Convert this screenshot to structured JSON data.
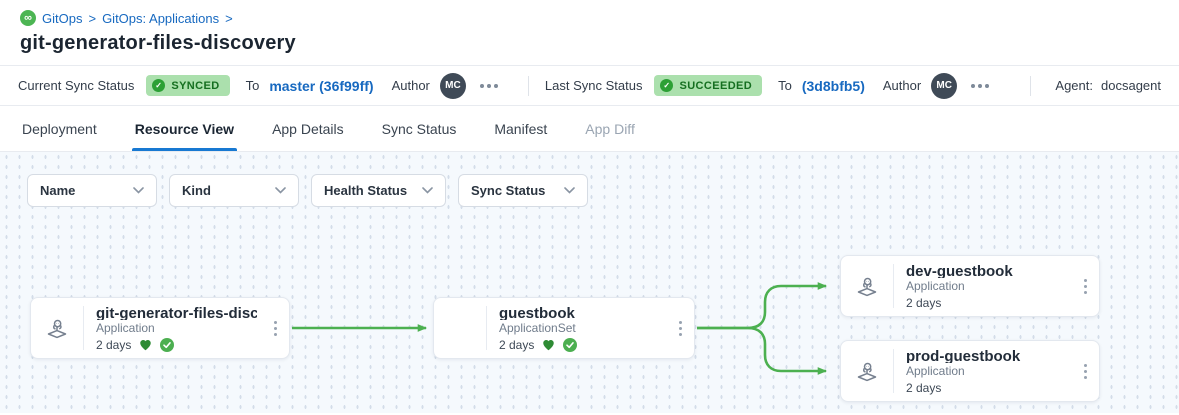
{
  "breadcrumb": {
    "separator": ">",
    "items": [
      "GitOps",
      "GitOps: Applications"
    ]
  },
  "page_title": "git-generator-files-discovery",
  "status_bar": {
    "current": {
      "label": "Current Sync Status",
      "badge": "SYNCED",
      "to_label": "To",
      "revision": "master (36f99ff)",
      "author_label": "Author",
      "author_initials": "MC"
    },
    "last": {
      "label": "Last Sync Status",
      "badge": "SUCCEEDED",
      "to_label": "To",
      "revision": "(3d8bfb5)",
      "author_label": "Author",
      "author_initials": "MC"
    },
    "agent": {
      "label": "Agent:",
      "value": "docsagent"
    }
  },
  "tabs": [
    {
      "label": "Deployment"
    },
    {
      "label": "Resource View"
    },
    {
      "label": "App Details"
    },
    {
      "label": "Sync Status"
    },
    {
      "label": "Manifest"
    },
    {
      "label": "App Diff"
    }
  ],
  "active_tab": "Resource View",
  "filters": [
    {
      "label": "Name"
    },
    {
      "label": "Kind"
    },
    {
      "label": "Health Status"
    },
    {
      "label": "Sync Status"
    }
  ],
  "graph": {
    "nodes": [
      {
        "title": "git-generator-files-disco...",
        "kind": "Application",
        "age": "2 days",
        "health": "healthy",
        "synced": true
      },
      {
        "title": "guestbook",
        "kind": "ApplicationSet",
        "age": "2 days",
        "health": "healthy",
        "synced": true
      },
      {
        "title": "dev-guestbook",
        "kind": "Application",
        "age": "2 days"
      },
      {
        "title": "prod-guestbook",
        "kind": "Application",
        "age": "2 days"
      }
    ],
    "edges": [
      {
        "from": "git-generator-files-disco...",
        "to": "guestbook"
      },
      {
        "from": "guestbook",
        "to": "dev-guestbook"
      },
      {
        "from": "guestbook",
        "to": "prod-guestbook"
      }
    ]
  },
  "colors": {
    "link_blue": "#1769c0",
    "tab_underline": "#1879d2",
    "badge_bg": "#abe0ad",
    "badge_text": "#156f20",
    "edge_green": "#4cb050",
    "heart_green": "#2e8b34",
    "check_green": "#4caf50",
    "avatar_bg": "#3f4a57",
    "brand_green": "#4cb553",
    "graph_bg": "#f5f9fd"
  }
}
